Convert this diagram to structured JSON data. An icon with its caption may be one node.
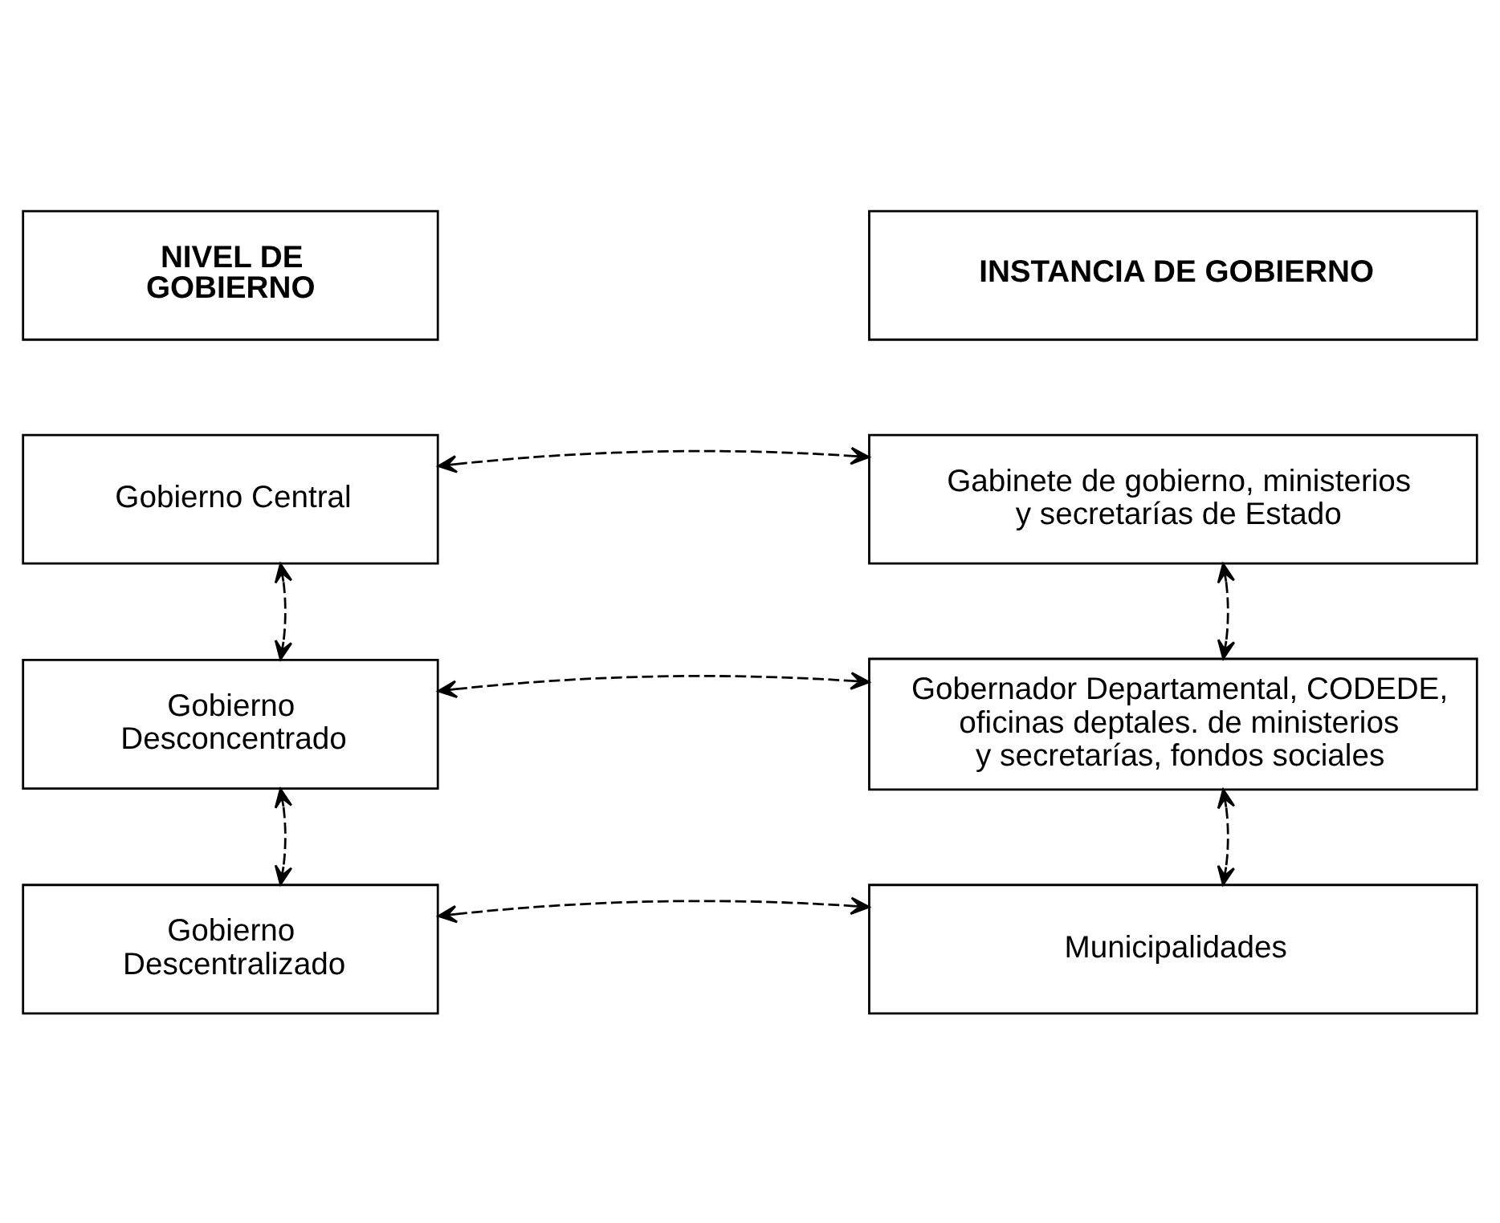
{
  "diagram": {
    "nodes": [
      {
        "text": [
          "NIVEL DE GOBIERNO"
        ]
      },
      {
        "text": [
          "INSTANCIA DE GOBIERNO"
        ]
      },
      {
        "text": [
          "Gobierno Central"
        ]
      },
      {
        "text": [
          "Gabinete de gobierno, ministerios y secretarías de Estado"
        ]
      },
      {
        "text": [
          "Gobierno Desconcentrado"
        ]
      },
      {
        "text": [
          "Gobernador Departamental, CODEDE, oficinas deptales. de ministerios y secretarías, fondos sociales"
        ]
      },
      {
        "text": [
          "Gobierno Descentralizado"
        ]
      },
      {
        "text": [
          "Municipalidades"
        ]
      }
    ],
    "edges": [
      {
        "from": 2,
        "to": 3,
        "arrow": "both",
        "style": "dashed"
      },
      {
        "from": 2,
        "to": 4,
        "arrow": "both",
        "style": "dashed"
      },
      {
        "from": 3,
        "to": 5,
        "arrow": "both",
        "style": "dashed"
      },
      {
        "from": 4,
        "to": 5,
        "arrow": "both",
        "style": "dashed"
      },
      {
        "from": 4,
        "to": 6,
        "arrow": "both",
        "style": "dashed"
      },
      {
        "from": 5,
        "to": 7,
        "arrow": "both",
        "style": "dashed"
      },
      {
        "from": 6,
        "to": 7,
        "arrow": "both",
        "style": "dashed"
      }
    ]
  }
}
